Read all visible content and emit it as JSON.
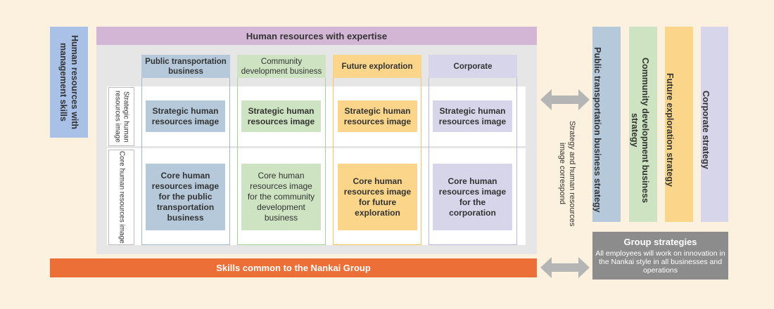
{
  "left_label": "Human resources with management skills",
  "expertise_band": "Human resources with expertise",
  "row_labels": {
    "strategic": "Strategic human resources image",
    "core": "Core human resources image"
  },
  "columns": [
    {
      "header": "Public transportation business",
      "strategic": "Strategic human resources image",
      "core": "Core human resources image for the public transportation business",
      "colors": {
        "head": "#b6c9da",
        "box": "#b6c9da",
        "border": "#9fb8cc"
      }
    },
    {
      "header": "Community development business",
      "strategic": "Strategic human resources image",
      "core": "Core human resources image for the community development business",
      "colors": {
        "head": "#cde3c1",
        "box": "#cde3c1",
        "border": "#a9d29a"
      }
    },
    {
      "header": "Future exploration",
      "strategic": "Strategic human resources image",
      "core": "Core human resources image for future exploration",
      "colors": {
        "head": "#fbd68a",
        "box": "#fbd68a",
        "border": "#f6c35a"
      }
    },
    {
      "header": "Corporate",
      "strategic": "Strategic human resources image",
      "core": "Core human resources image for the corporation",
      "colors": {
        "head": "#d6d5ea",
        "box": "#d6d5ea",
        "border": "#b9b8da"
      }
    }
  ],
  "skills_band": "Skills common to the Nankai Group",
  "correspondence_label": "Strategy and human resources image correspond",
  "strategies": [
    {
      "label": "Public transportation business strategy",
      "color": "#b6c9da"
    },
    {
      "label": "Community development business strategy",
      "color": "#cde3c1"
    },
    {
      "label": "Future exploration strategy",
      "color": "#fbd68a"
    },
    {
      "label": "Corporate strategy",
      "color": "#d6d5ea"
    }
  ],
  "group_strategies": {
    "title": "Group strategies",
    "description": "All employees will work on innovation in the Nankai style in all businesses and operations"
  },
  "icons": {
    "double_arrow": "double-arrow-icon"
  },
  "colors": {
    "background": "#fbf1de",
    "management": "#a9c1e6",
    "expertise": "#d3b6d5",
    "skills": "#ec6f37",
    "group": "#8c8c8c",
    "arrow": "#b5b5b5"
  }
}
